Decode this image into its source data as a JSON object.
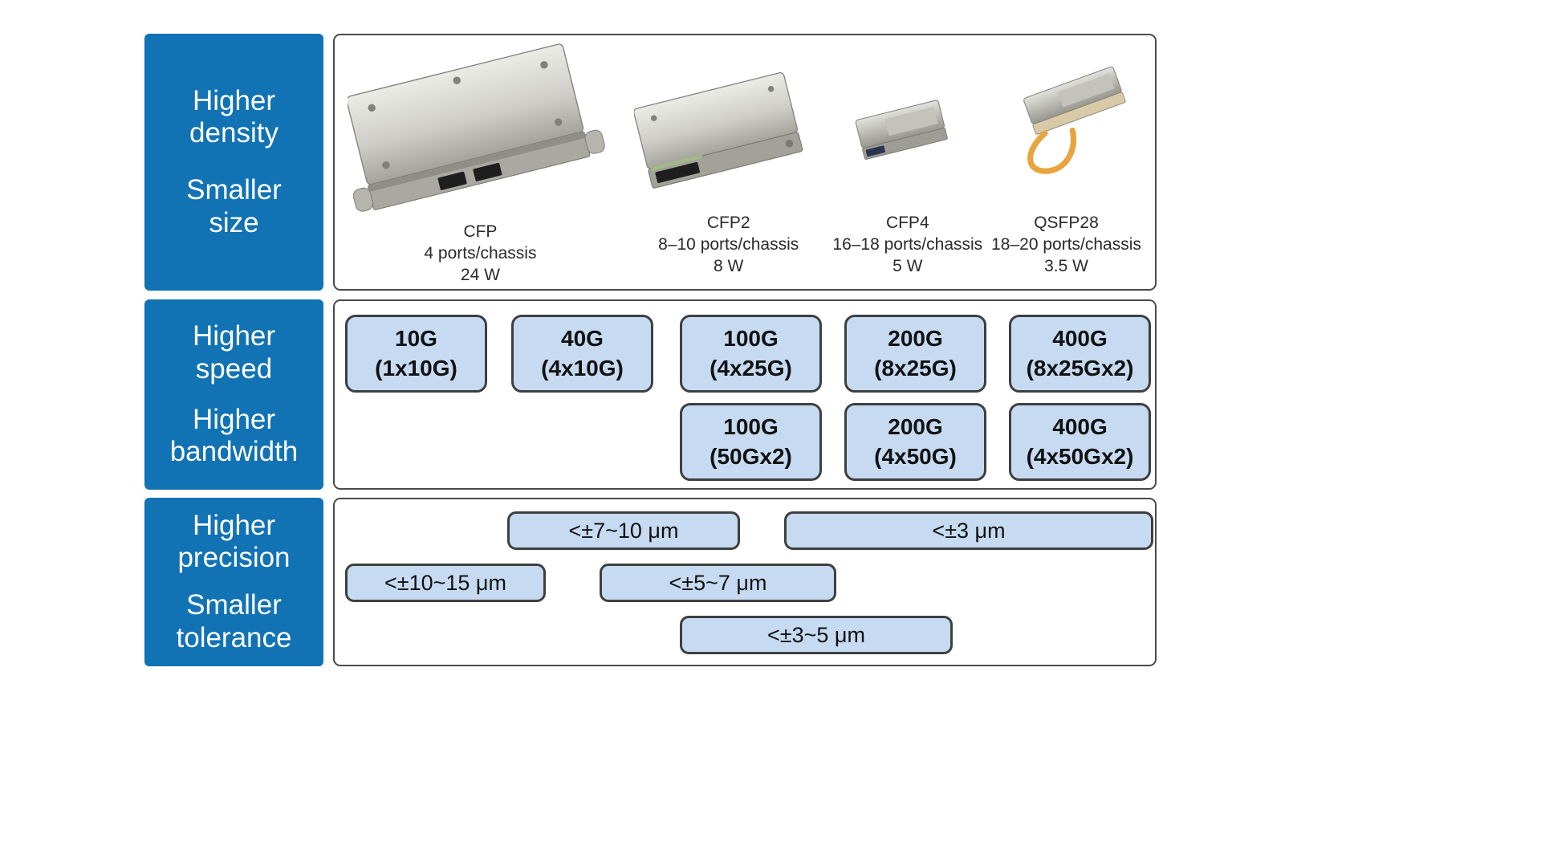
{
  "row1": {
    "label_top": [
      "Higher",
      "density"
    ],
    "label_bottom": [
      "Smaller",
      "size"
    ]
  },
  "row2": {
    "label_top": [
      "Higher",
      "speed"
    ],
    "label_bottom": [
      "Higher",
      "bandwidth"
    ]
  },
  "row3": {
    "label_top": [
      "Higher",
      "precision"
    ],
    "label_bottom": [
      "Smaller",
      "tolerance"
    ]
  },
  "modules": [
    {
      "name": "CFP",
      "ports": "4 ports/chassis",
      "power": "24 W",
      "icon": "cfp-module-image"
    },
    {
      "name": "CFP2",
      "ports": "8–10 ports/chassis",
      "power": "8 W",
      "icon": "cfp2-module-image"
    },
    {
      "name": "CFP4",
      "ports": "16–18 ports/chassis",
      "power": "5 W",
      "icon": "cfp4-module-image"
    },
    {
      "name": "QSFP28",
      "ports": "18–20 ports/chassis",
      "power": "3.5 W",
      "icon": "qsfp28-module-image"
    }
  ],
  "speeds_top": [
    {
      "rate": "10G",
      "lanes": "(1x10G)"
    },
    {
      "rate": "40G",
      "lanes": "(4x10G)"
    },
    {
      "rate": "100G",
      "lanes": "(4x25G)"
    },
    {
      "rate": "200G",
      "lanes": "(8x25G)"
    },
    {
      "rate": "400G",
      "lanes": "(8x25Gx2)"
    }
  ],
  "speeds_bottom": [
    {
      "rate": "100G",
      "lanes": "(50Gx2)"
    },
    {
      "rate": "200G",
      "lanes": "(4x50G)"
    },
    {
      "rate": "400G",
      "lanes": "(4x50Gx2)"
    }
  ],
  "tolerances": [
    "<±7~10 μm",
    "<±3 μm",
    "<±10~15 μm",
    "<±5~7 μm",
    "<±3~5 μm"
  ],
  "colors": {
    "label_blue": "#1172b4",
    "box_blue": "#c6dbf2",
    "box_border": "#3f3f3f"
  }
}
